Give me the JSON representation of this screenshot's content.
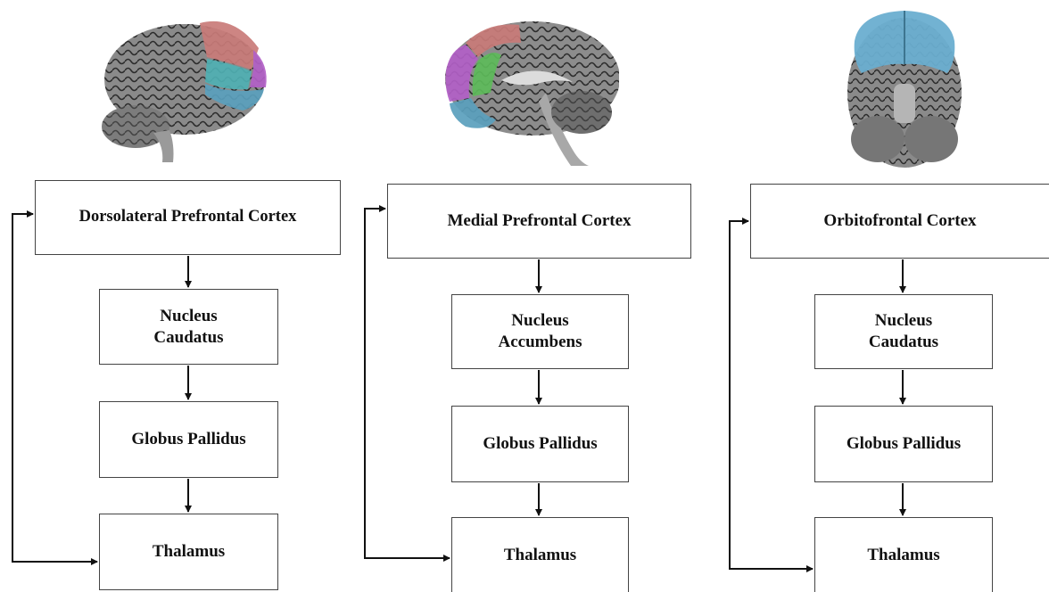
{
  "columns": [
    {
      "region": "dorsolateral",
      "boxes": [
        "Dorsolateral Prefrontal Cortex",
        "Nucleus\nCaudatus",
        "Globus Pallidus",
        "Thalamus"
      ],
      "highlight_colors": [
        "#c97b78",
        "#4fb0b3",
        "#b25fc7",
        "#5aa0bd"
      ]
    },
    {
      "region": "medial",
      "boxes": [
        "Medial Prefrontal Cortex",
        "Nucleus\nAccumbens",
        "Globus Pallidus",
        "Thalamus"
      ],
      "highlight_colors": [
        "#c97b78",
        "#b25fc7",
        "#5dbb5a",
        "#5aa0bd"
      ]
    },
    {
      "region": "orbitofrontal",
      "boxes": [
        "Orbitofrontal Cortex",
        "Nucleus\nCaudatus",
        "Globus Pallidus",
        "Thalamus"
      ],
      "highlight_colors": [
        "#6aaed0"
      ]
    }
  ]
}
